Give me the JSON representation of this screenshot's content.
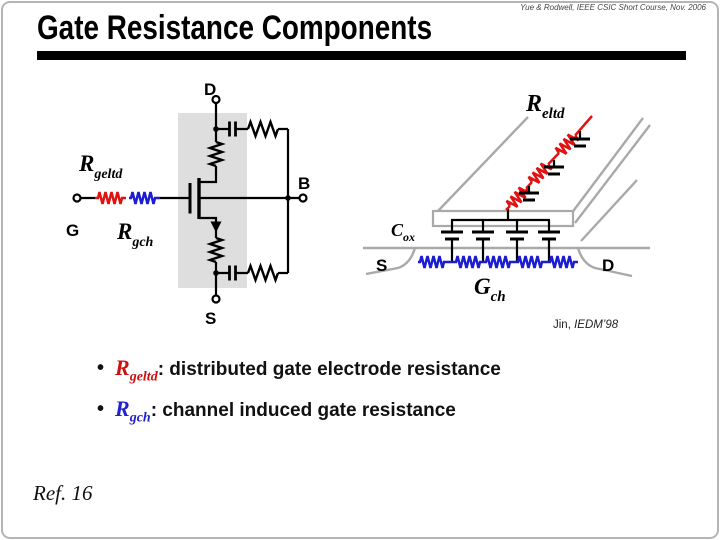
{
  "slide": {
    "citation_top": "Yue & Rodwell, IEEE CSIC Short Course, Nov. 2006",
    "title": "Gate Resistance Components",
    "ref_label": "Ref. 16"
  },
  "circuit_left": {
    "terminal_g": "G",
    "terminal_d": "D",
    "terminal_s": "S",
    "terminal_b": "B",
    "r_geltd": {
      "base": "R",
      "sub": "geltd"
    },
    "r_gch": {
      "base": "R",
      "sub": "gch"
    }
  },
  "diagram_right": {
    "r_eltd": {
      "base": "R",
      "sub": "eltd"
    },
    "c_ox": {
      "base": "C",
      "sub": "ox"
    },
    "g_ch": {
      "base": "G",
      "sub": "ch"
    },
    "label_s": "S",
    "label_d": "D",
    "citation_name": "Jin, ",
    "citation_venue": "IEDM’98"
  },
  "bullets": {
    "glyph": "•",
    "items": [
      {
        "base": "R",
        "sub": "geltd",
        "rest": ": distributed gate electrode resistance"
      },
      {
        "base": "R",
        "sub": "gch",
        "rest": ": channel induced gate resistance"
      }
    ]
  },
  "colors": {
    "resistor_red": "#e01212",
    "resistor_blue": "#1c1cd0"
  }
}
